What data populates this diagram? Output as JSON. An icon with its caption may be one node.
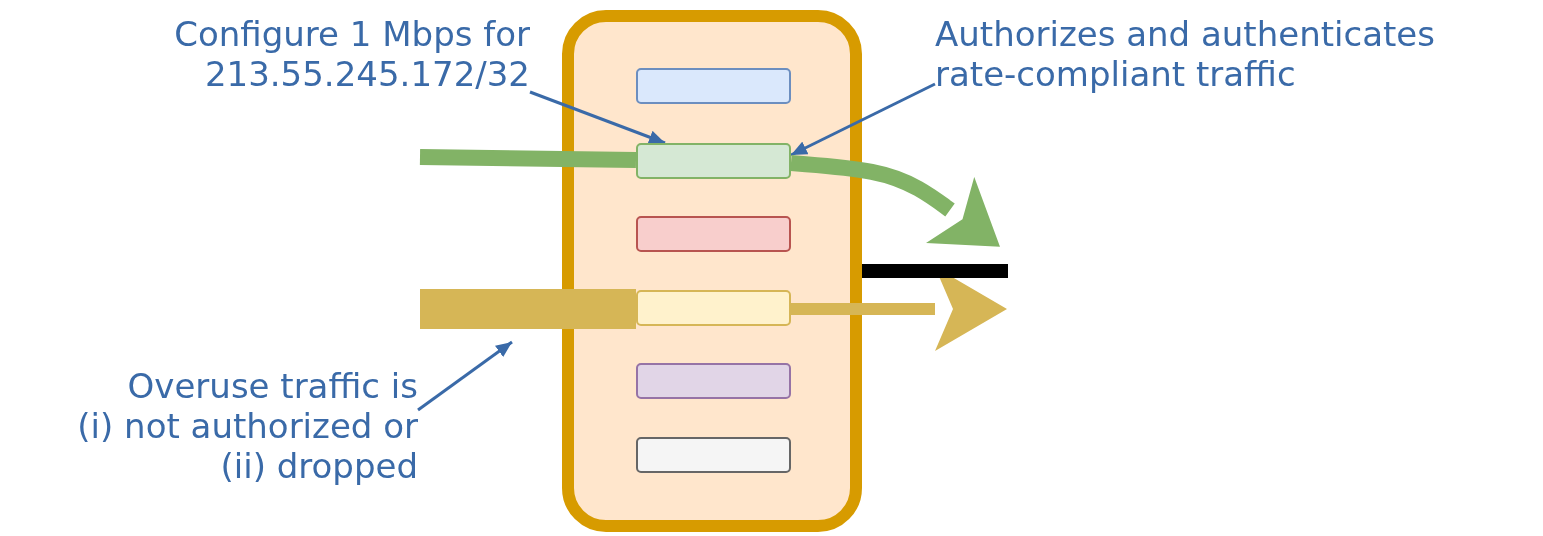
{
  "diagram": {
    "nodes": [
      {
        "text": [
          "Configure 1 Mbps for 213.55.245.172/32"
        ]
      },
      {
        "text": [
          "Authorizes and authenticates rate-compliant traffic"
        ]
      },
      {
        "text": [
          "Overuse traffic is (i) not authorized or (ii) dropped"
        ]
      },
      {
        "text": [],
        "shape": "box"
      },
      {
        "text": [],
        "shape": "box",
        "in": 3
      },
      {
        "text": [],
        "shape": "box",
        "in": 3
      },
      {
        "text": [],
        "shape": "box",
        "in": 3
      },
      {
        "text": [],
        "shape": "box",
        "in": 3
      },
      {
        "text": [],
        "shape": "box",
        "in": 3
      },
      {
        "text": [],
        "shape": "box",
        "in": 3
      }
    ],
    "edges": [
      {
        "from": 0,
        "to": 5,
        "arrow": "to",
        "color": "#3a6aa8"
      },
      {
        "from": 1,
        "to": 5,
        "arrow": "to",
        "color": "#3a6aa8"
      },
      {
        "from": 2,
        "to": null,
        "arrow": "to",
        "color": "#3a6aa8"
      },
      {
        "from": null,
        "to": 5,
        "arrow": "none",
        "color": "#82b366"
      },
      {
        "from": 5,
        "to": null,
        "arrow": "to",
        "color": "#82b366"
      },
      {
        "from": null,
        "to": 7,
        "arrow": "none",
        "style": "thick",
        "color": "#d6b656"
      },
      {
        "from": 7,
        "to": null,
        "arrow": "to",
        "color": "#d6b656"
      },
      {
        "from": 3,
        "to": null,
        "arrow": "none",
        "color": "#000000"
      }
    ]
  }
}
